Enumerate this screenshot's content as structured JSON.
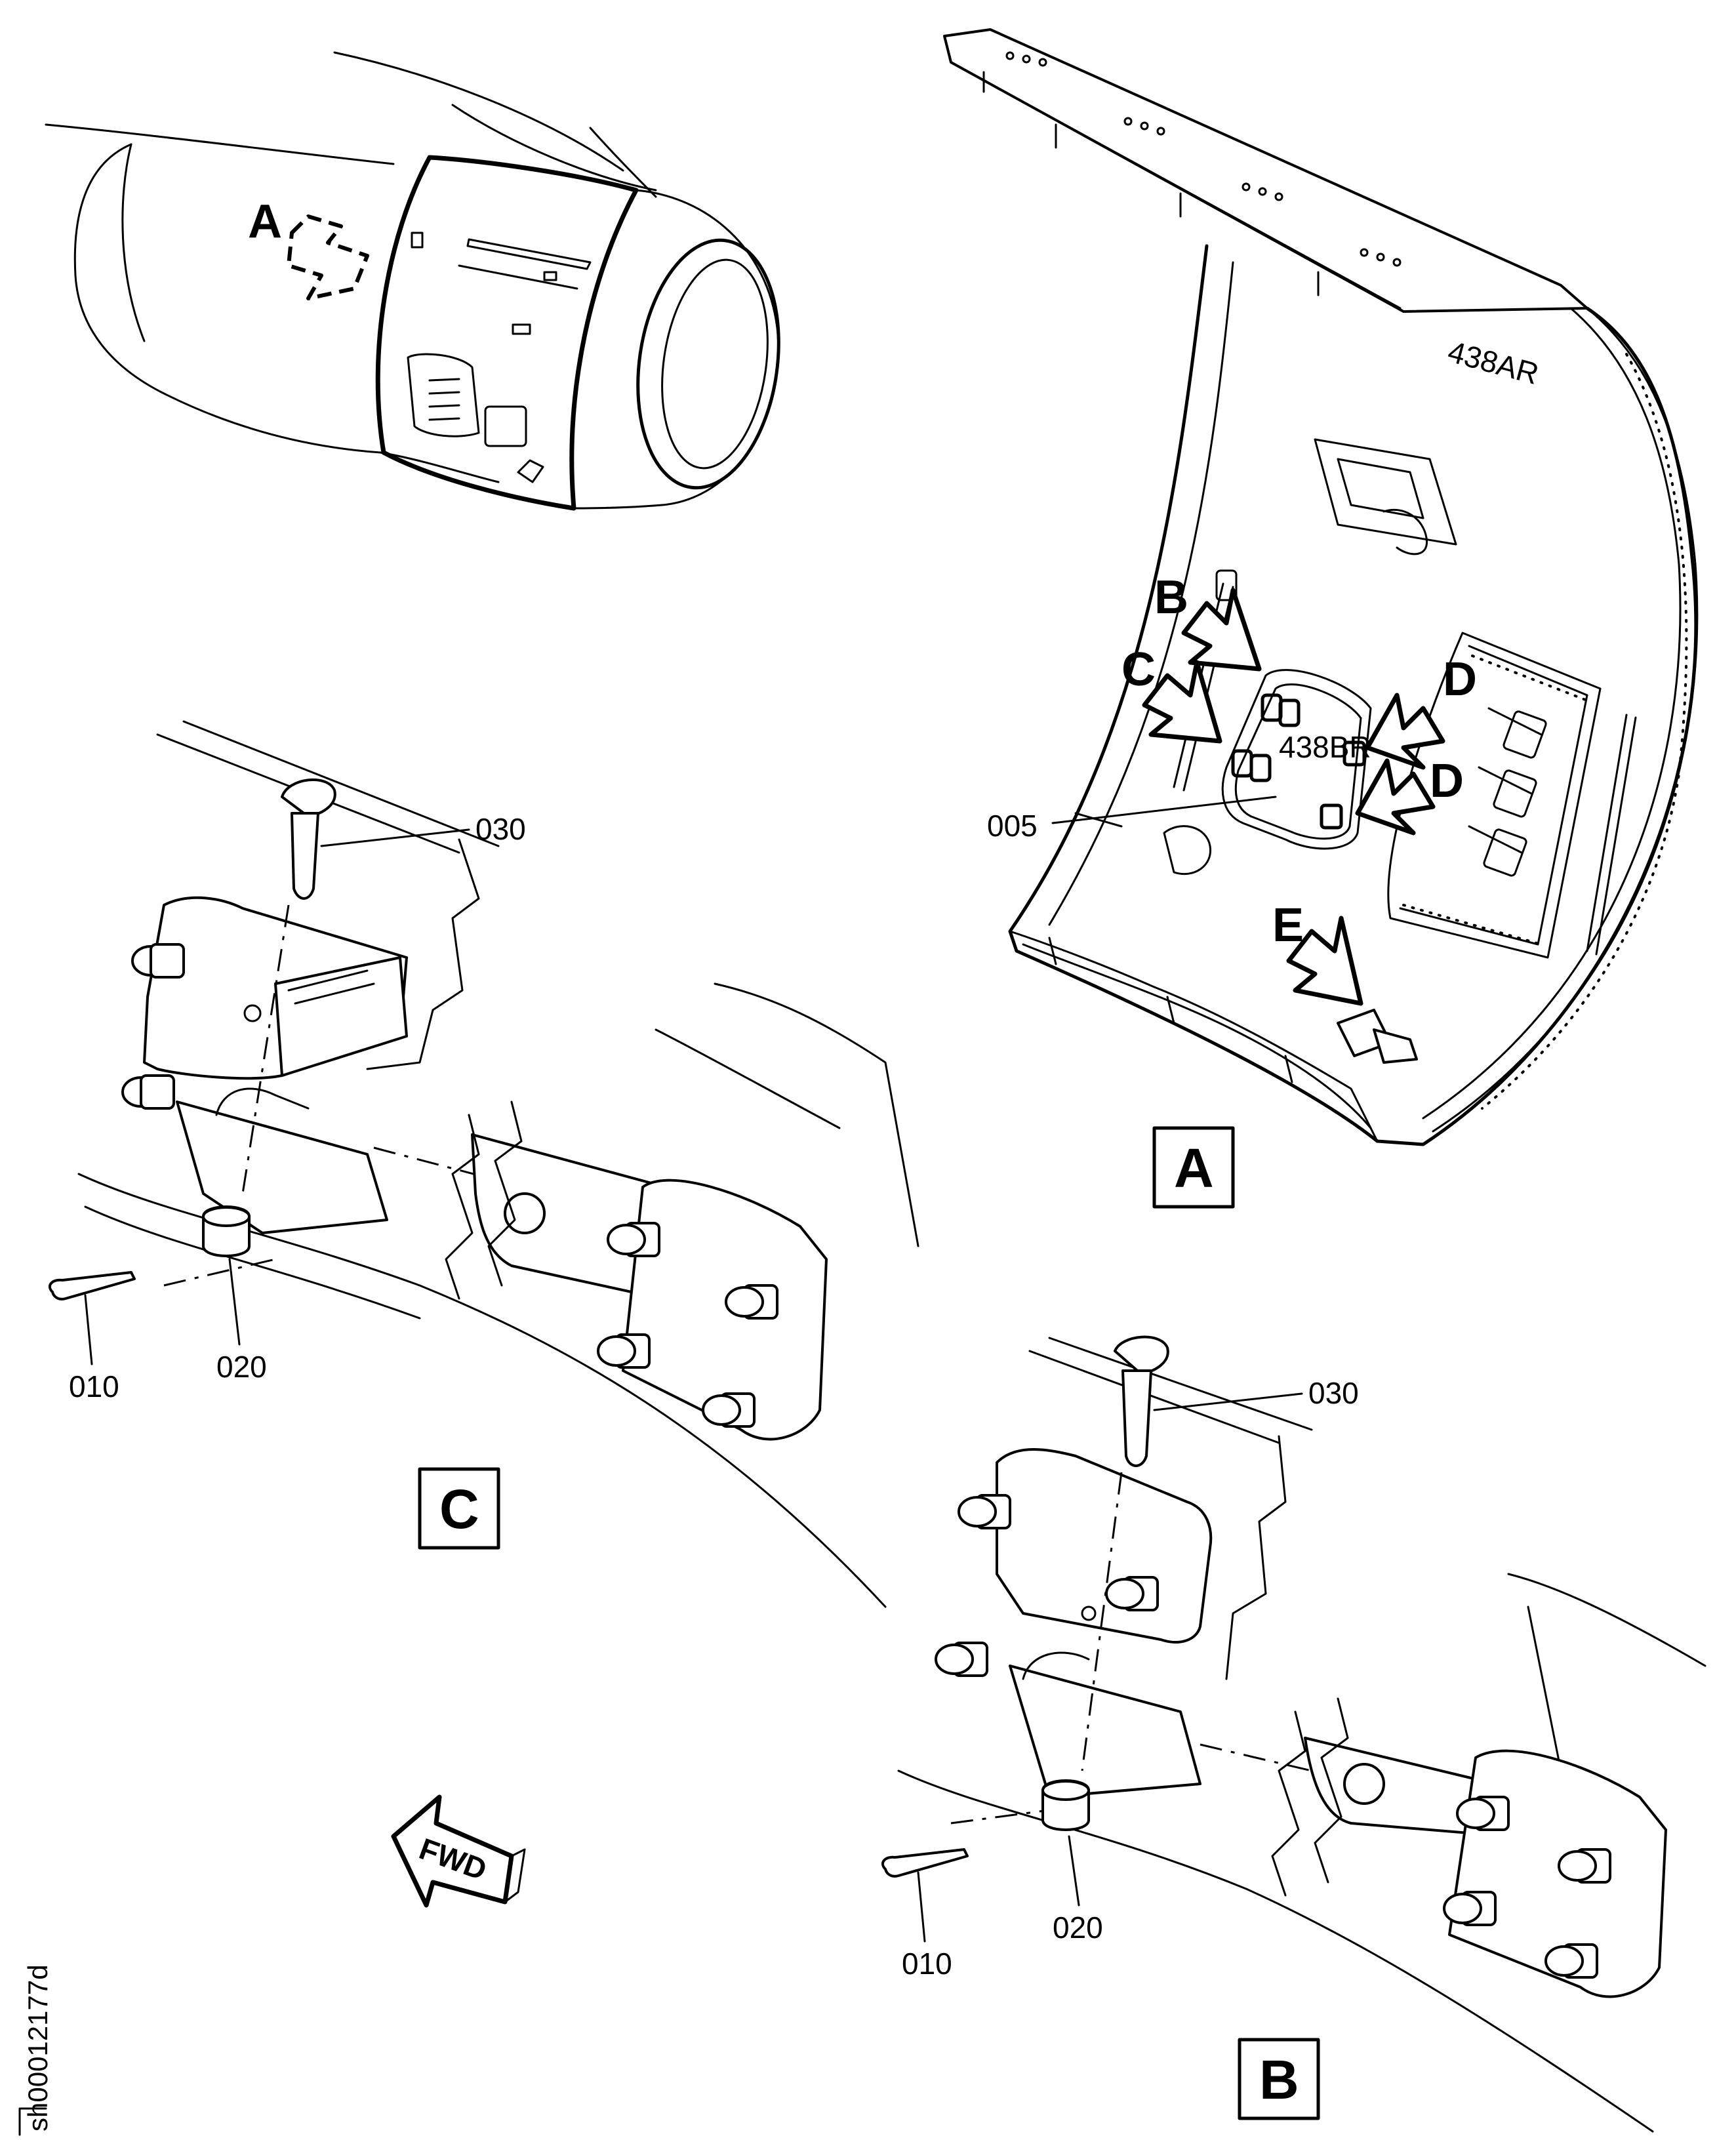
{
  "views": {
    "engine": {
      "pointer_label": "A"
    },
    "view_a": {
      "box_label": "A",
      "panel_labels": {
        "upper": "438AR",
        "lower": "438BR"
      },
      "arrow_labels": {
        "b": "B",
        "c": "C",
        "d1": "D",
        "d2": "D",
        "e": "E"
      },
      "part_callout": "005"
    },
    "view_c": {
      "box_label": "C",
      "callouts": {
        "pin": "030",
        "washer": "020",
        "cotter": "010"
      }
    },
    "view_b": {
      "box_label": "B",
      "callouts": {
        "pin": "030",
        "washer": "020",
        "cotter": "010"
      }
    }
  },
  "fwd_label": "FWD",
  "sheet_id": "sh00012177d"
}
